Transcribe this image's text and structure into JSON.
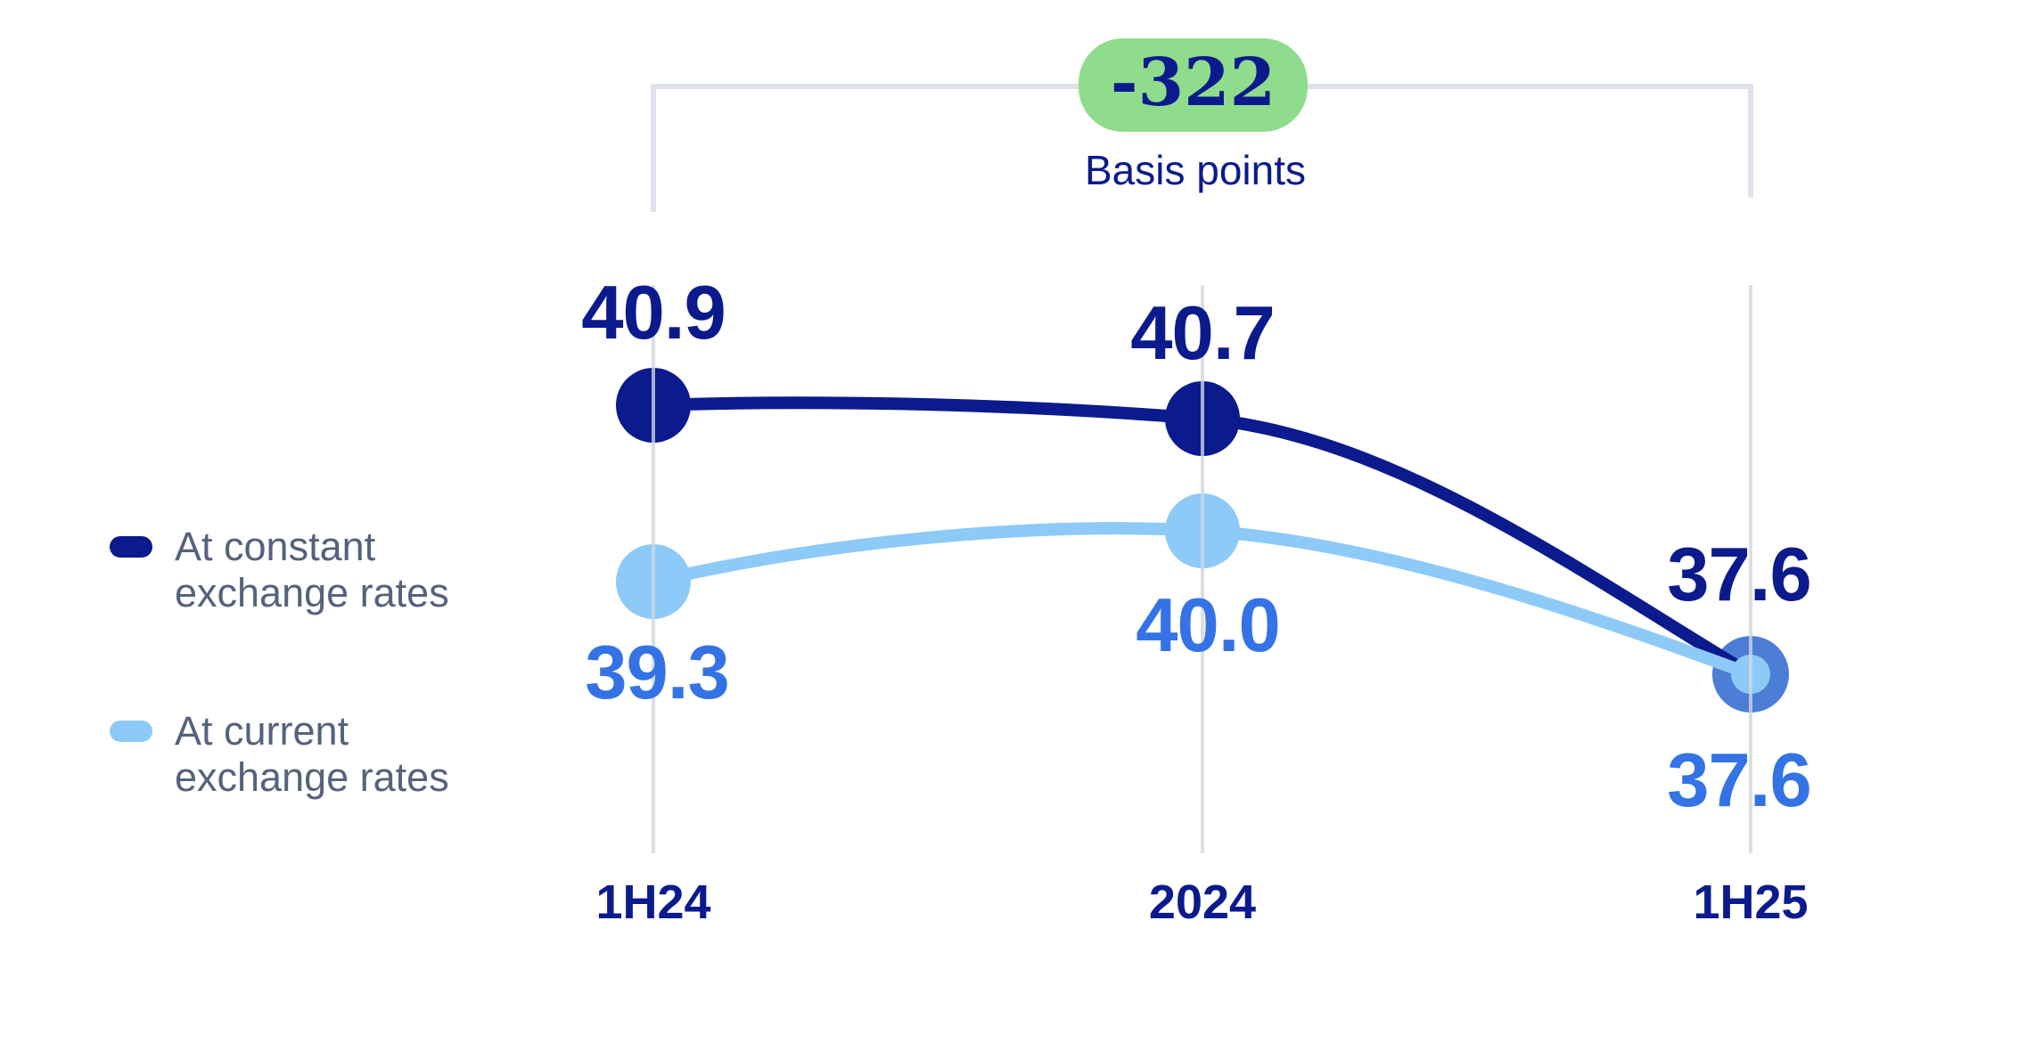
{
  "chart_data": {
    "type": "line",
    "categories": [
      "1H24",
      "2024",
      "1H25"
    ],
    "series": [
      {
        "name": "At constant exchange rates",
        "values": [
          40.9,
          40.7,
          37.6
        ],
        "color": "#0b1a8c"
      },
      {
        "name": "At current exchange rates",
        "values": [
          39.3,
          40.0,
          37.6
        ],
        "color": "#8ecaf7"
      }
    ],
    "title": "",
    "xlabel": "",
    "ylabel": "",
    "grid": "vertical-only",
    "legend_position": "left",
    "annotation": {
      "badge_value": "-322",
      "badge_caption": "Basis points"
    }
  },
  "badge": {
    "value": "-322",
    "caption": "Basis points"
  },
  "labels": {
    "constant_values": [
      "40.9",
      "40.7",
      "37.6"
    ],
    "current_values": [
      "39.3",
      "40.0",
      "37.6"
    ]
  },
  "legend": {
    "items": [
      {
        "line1": "At constant",
        "line2": "exchange rates"
      },
      {
        "line1": "At current",
        "line2": "exchange rates"
      }
    ]
  },
  "colors": {
    "navy": "#0b1a8c",
    "bright_blue": "#3373e6",
    "light_blue": "#8ecaf7",
    "royal_blue": "#4d7ed6",
    "badge_green": "#8fdc8c",
    "legend_text": "#56627c",
    "gridline": "#dde3e9"
  }
}
